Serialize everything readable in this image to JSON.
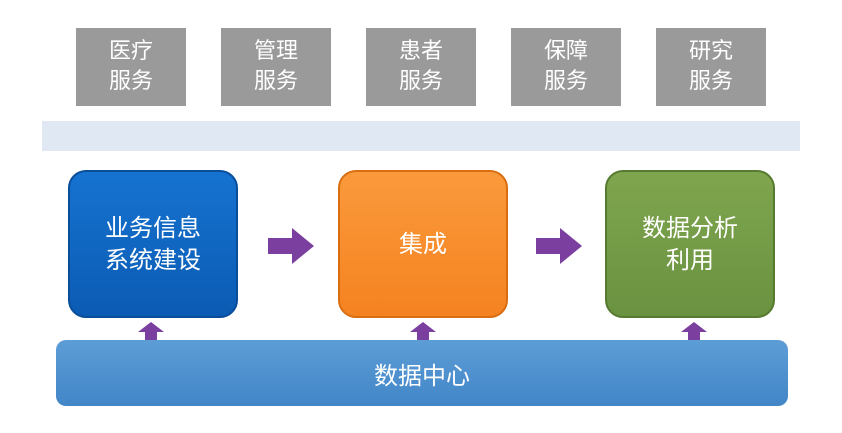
{
  "services": [
    {
      "line1": "医疗",
      "line2": "服务"
    },
    {
      "line1": "管理",
      "line2": "服务"
    },
    {
      "line1": "患者",
      "line2": "服务"
    },
    {
      "line1": "保障",
      "line2": "服务"
    },
    {
      "line1": "研究",
      "line2": "服务"
    }
  ],
  "blocks": {
    "business": {
      "line1": "业务信息",
      "line2": "系统建设"
    },
    "integration": {
      "label": "集成"
    },
    "analysis": {
      "line1": "数据分析",
      "line2": "利用"
    }
  },
  "data_center": {
    "label": "数据中心"
  },
  "colors": {
    "service_gray": "#9a9a9a",
    "band": "#dfe8f3",
    "blue": "#0b5bb3",
    "orange": "#f58220",
    "green": "#6a9240",
    "arrow_purple": "#7b3fa0",
    "data_center": "#4a8fcf"
  }
}
